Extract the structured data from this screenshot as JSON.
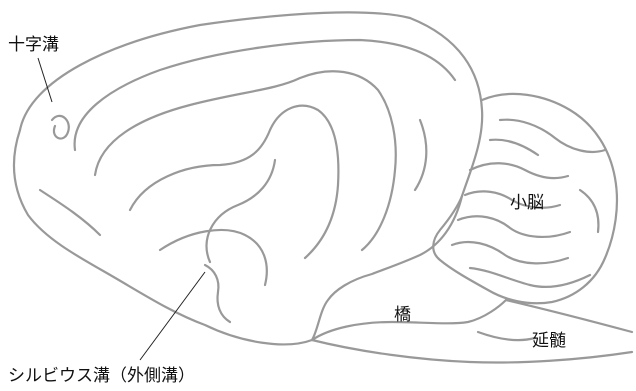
{
  "labels": {
    "cruciate_sulcus": "十字溝",
    "cerebellum": "小脳",
    "pons": "橋",
    "medulla": "延髄",
    "sylvian_sulcus": "シルビウス溝（外側溝）"
  },
  "colors": {
    "outline": "#999999",
    "leader": "#222222",
    "text": "#111111"
  }
}
